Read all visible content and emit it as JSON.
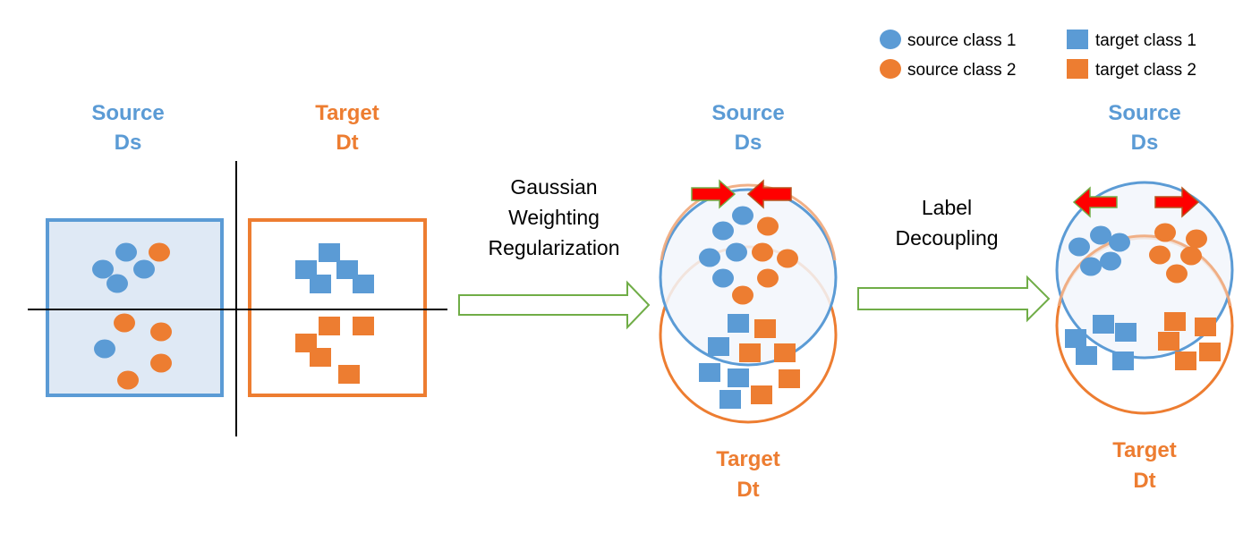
{
  "colors": {
    "source_blue": "#5b9bd5",
    "target_orange": "#ed7d31",
    "source_fill": "#dfe9f5",
    "circle_fill": "#f2f6fb",
    "arrow_green": "#70ad47",
    "push_red": "#ff0000"
  },
  "legend": [
    {
      "shape": "circle",
      "color": "#5b9bd5",
      "label": "source class 1"
    },
    {
      "shape": "circle",
      "color": "#ed7d31",
      "label": "source class 2"
    },
    {
      "shape": "square",
      "color": "#5b9bd5",
      "label": "target class 1"
    },
    {
      "shape": "square",
      "color": "#ed7d31",
      "label": "target class 2"
    }
  ],
  "panel1": {
    "source_title": "Source",
    "source_sub": "Ds",
    "target_title": "Target",
    "target_sub": "Dt"
  },
  "step1": {
    "line1": "Gaussian",
    "line2": "Weighting",
    "line3": "Regularization"
  },
  "panel2": {
    "source_title": "Source",
    "source_sub": "Ds",
    "target_title": "Target",
    "target_sub": "Dt",
    "arrows": "converging"
  },
  "step2": {
    "line1": "Label",
    "line2": "Decoupling"
  },
  "panel3": {
    "source_title": "Source",
    "source_sub": "Ds",
    "target_title": "Target",
    "target_sub": "Dt",
    "arrows": "diverging"
  }
}
